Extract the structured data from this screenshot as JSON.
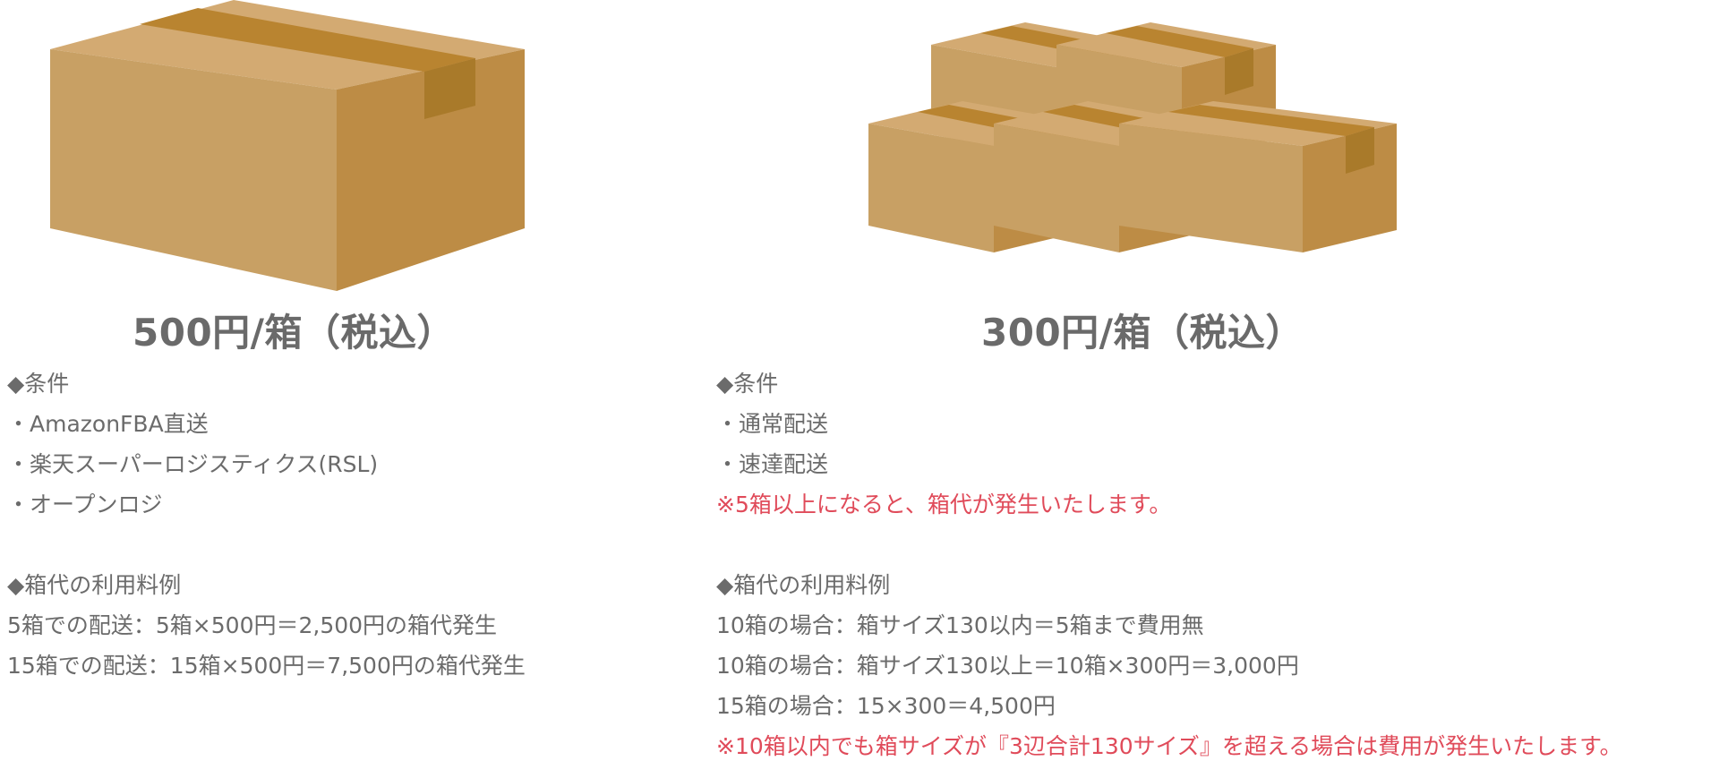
{
  "colors": {
    "text": "#6b6b6b",
    "note": "#e04b5a",
    "box_top": "#d3aa72",
    "box_front": "#c8a064",
    "box_side": "#bd8c45",
    "tape": "#b98430"
  },
  "left": {
    "price": "500円/箱（税込）",
    "lines": [
      {
        "text": "◆条件",
        "note": false
      },
      {
        "text": "・AmazonFBA直送",
        "note": false
      },
      {
        "text": "・楽天スーパーロジスティクス(RSL)",
        "note": false
      },
      {
        "text": "・オープンロジ",
        "note": false
      },
      {
        "text": "",
        "note": false
      },
      {
        "text": "◆箱代の利用料例",
        "note": false
      },
      {
        "text": "5箱での配送：5箱×500円＝2,500円の箱代発生",
        "note": false
      },
      {
        "text": "15箱での配送：15箱×500円＝7,500円の箱代発生",
        "note": false
      }
    ]
  },
  "right": {
    "price": "300円/箱（税込）",
    "lines": [
      {
        "text": "◆条件",
        "note": false
      },
      {
        "text": "・通常配送",
        "note": false
      },
      {
        "text": "・速達配送",
        "note": false
      },
      {
        "text": "※5箱以上になると、箱代が発生いたします。",
        "note": true
      },
      {
        "text": "",
        "note": false
      },
      {
        "text": "◆箱代の利用料例",
        "note": false
      },
      {
        "text": "10箱の場合：箱サイズ130以内＝5箱まで費用無",
        "note": false
      },
      {
        "text": "10箱の場合：箱サイズ130以上＝10箱×300円＝3,000円",
        "note": false
      },
      {
        "text": "15箱の場合：15×300＝4,500円",
        "note": false
      },
      {
        "text": "※10箱以内でも箱サイズが『3辺合計130サイズ』を超える場合は費用が発生いたします。",
        "note": true
      }
    ]
  }
}
